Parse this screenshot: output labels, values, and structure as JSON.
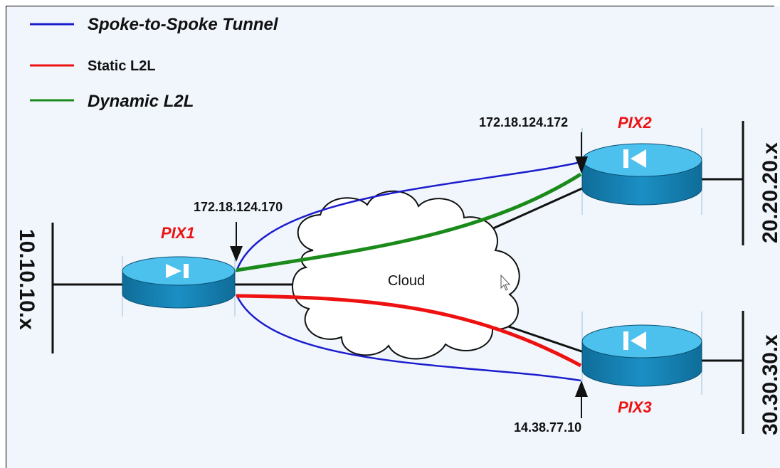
{
  "legend": [
    {
      "label": "Spoke-to-Spoke Tunnel",
      "color": "#1c1ccc",
      "italic": true
    },
    {
      "label": "Static L2L",
      "color": "#ee1111",
      "italic": false
    },
    {
      "label": "Dynamic L2L",
      "color": "#1a8a1a",
      "italic": true
    }
  ],
  "devices": {
    "pix1": {
      "name": "PIX1",
      "ip": "172.18.124.170",
      "network": "10.10.10.x"
    },
    "pix2": {
      "name": "PIX2",
      "ip": "172.18.124.172",
      "network": "20.20.20.x"
    },
    "pix3": {
      "name": "PIX3",
      "ip": "14.38.77.10",
      "network": "30.30.30.x"
    }
  },
  "cloud_label": "Cloud",
  "colors": {
    "background": "#f0f6fc",
    "router_body": "#1d8dc0",
    "router_top": "#4cc1ee",
    "device_label": "#ee1111"
  }
}
